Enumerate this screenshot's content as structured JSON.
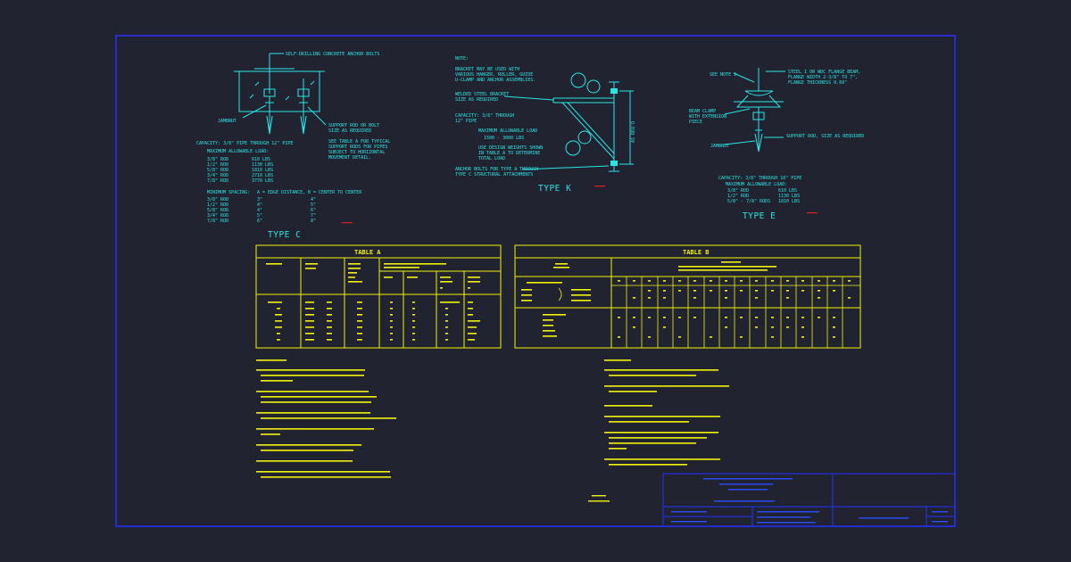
{
  "type_c": {
    "label": "TYPE C",
    "callouts": [
      "SELF-DRILLING CONCRETE ANCHOR BOLTS",
      "JAMBNUT",
      "SUPPORT ROD OR BOLT",
      "SIZE AS REQUIRED",
      "SEE TABLE A FOR TYPICAL",
      "SUPPORT RODS FOR PIPES",
      "SUBJECT TO HORIZONTAL",
      "MOVEMENT DETAIL."
    ],
    "capacity": "CAPACITY: 3/8\" PIPE THROUGH 12\" PIPE",
    "max_load_label": "MAXIMUM ALLOWABLE LOAD:",
    "loads": [
      {
        "size": "3/8\" ROD",
        "load": "610 LBS"
      },
      {
        "size": "1/2\" ROD",
        "load": "1130 LBS"
      },
      {
        "size": "5/8\" ROD",
        "load": "1810 LBS"
      },
      {
        "size": "3/4\" ROD",
        "load": "2710 LBS"
      },
      {
        "size": "7/8\" ROD",
        "load": "3770 LBS"
      }
    ],
    "spacing_label": "MINIMUM SPACING:",
    "spacing_a": "A = EDGE DISTANCE,",
    "spacing_b": "B = CENTER TO CENTER",
    "spacing": [
      {
        "size": "3/8\" ROD",
        "a": "3\"",
        "b": "4\""
      },
      {
        "size": "1/2\" ROD",
        "a": "4\"",
        "b": "5\""
      },
      {
        "size": "5/8\" ROD",
        "a": "4\"",
        "b": "6\""
      },
      {
        "size": "3/4\" ROD",
        "a": "5\"",
        "b": "7\""
      },
      {
        "size": "7/8\" ROD",
        "a": "6\"",
        "b": "8\""
      }
    ]
  },
  "type_k": {
    "label": "TYPE K",
    "notes": [
      "NOTE:",
      "BRACKET MAY BE USED WITH",
      "VARIOUS HANGER, ROLLER, GUIDE",
      "U-CLAMP AND ANCHOR ASSEMBLIES.",
      "WELDED STEEL BRACKET",
      "SIZE AS REQUIRED",
      "CAPACITY: 3/8\" THROUGH",
      "12\" PIPE",
      "MAXIMUM ALLOWABLE LOAD",
      "1500 - 3000 LBS",
      "USE DESIGN WEIGHTS SHOWN",
      "IN TABLE A TO DETERMINE",
      "TOTAL LOAD",
      "ANCHOR BOLTS FOR TYPE A THROUGH",
      "TYPE C STRUCTURAL ATTACHMENTS"
    ],
    "dim": "AS REQ'D"
  },
  "type_e": {
    "label": "TYPE E",
    "callouts": [
      "SEE NOTE 2",
      "STEEL I OR WDC FLANGE BEAM,",
      "FLANGE WIDTH 2-3/8\" TO 7\",",
      "FLANGE THICKNESS 0.60\"",
      "BEAM CLAMP",
      "WITH EXTENSION",
      "PIECE",
      "JAMBNUT",
      "SUPPORT ROD, SIZE AS REQUIRED"
    ],
    "capacity": "CAPACITY: 3/8\" THROUGH 10\" PIPE",
    "max_load_label": "MAXIMUM ALLOWABLE LOAD:",
    "loads": [
      {
        "size": "3/8\" ROD",
        "load": "610 LBS"
      },
      {
        "size": "1/2\" ROD",
        "load": "1130 LBS"
      },
      {
        "size": "5/8\" - 7/8\" RODS",
        "load": "1810 LBS"
      }
    ]
  },
  "table_a": {
    "title": "TABLE A"
  },
  "table_b": {
    "title": "TABLE B"
  }
}
